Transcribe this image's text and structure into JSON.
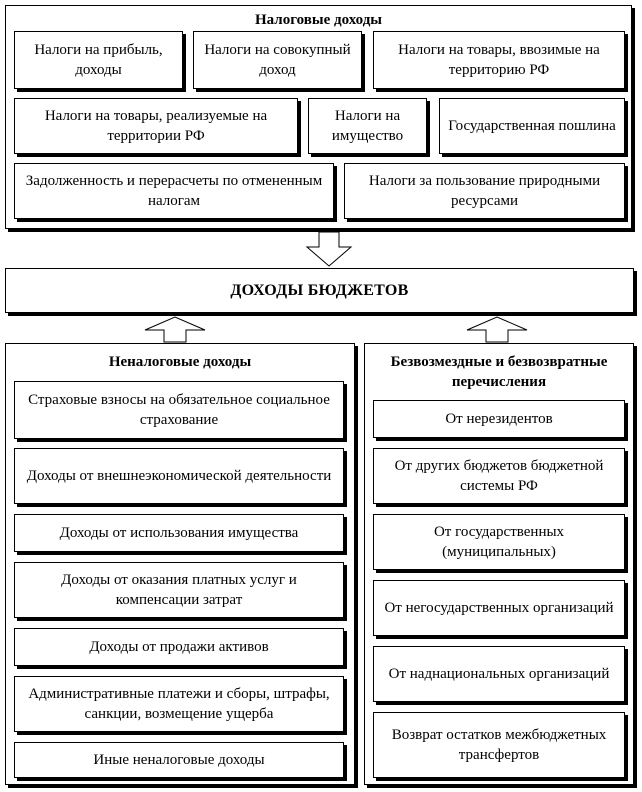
{
  "tax_group": {
    "title": "Налоговые доходы",
    "items": [
      "Налоги на прибыль, доходы",
      "Налоги на совокупный доход",
      "Налоги на товары, ввозимые на территорию РФ",
      "Налоги на товары, реализуемые на территории РФ",
      "Налоги на имущество",
      "Государственная пошлина",
      "Задолженность и перерасчеты по отмененным налогам",
      "Налоги за пользование природными ресурсами"
    ]
  },
  "center": {
    "title": "ДОХОДЫ БЮДЖЕТОВ"
  },
  "nontax_group": {
    "title": "Неналоговые доходы",
    "items": [
      "Страховые взносы на обязательное социальное страхование",
      "Доходы от внешнеэкономической деятельности",
      "Доходы от использования имущества",
      "Доходы от оказания платных услуг и компенсации затрат",
      "Доходы от продажи активов",
      "Административные платежи и сборы, штрафы, санкции, возмещение ущерба",
      "Иные неналоговые доходы"
    ]
  },
  "free_group": {
    "title": "Безвозмездные и безвозвратные перечисления",
    "items": [
      "От нерезидентов",
      "От других бюджетов бюджетной системы РФ",
      "От государственных (муниципальных)",
      "От негосударственных организаций",
      "От наднациональных организаций",
      "Возврат остатков межбюджетных трансфертов"
    ]
  }
}
